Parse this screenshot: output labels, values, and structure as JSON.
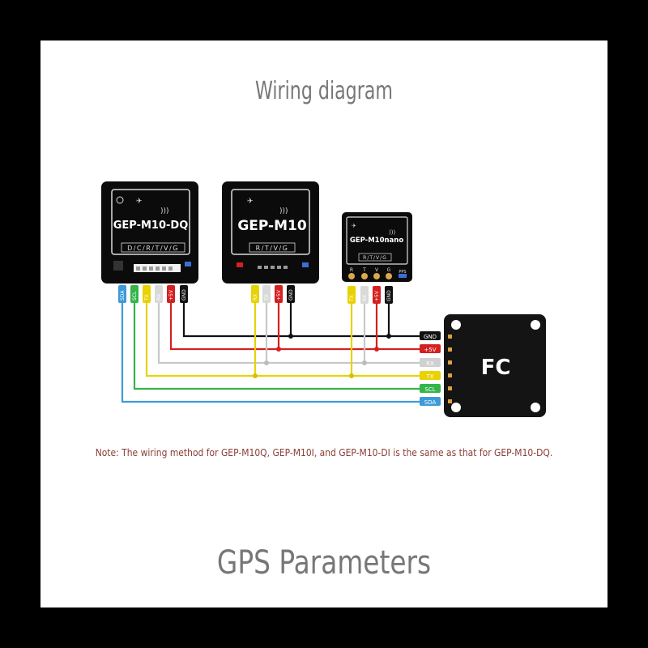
{
  "title": "Wiring diagram",
  "note": "Note: The wiring method for GEP-M10Q, GEP-M10I, and GEP-M10-DI is the same as that for GEP-M10-DQ.",
  "footer": "GPS Parameters",
  "modules": [
    {
      "name": "GEP-M10-DQ",
      "pins_row": "D/C/R/T/V/G",
      "wire_labels": [
        "SDA",
        "SCL",
        "TX",
        "RX",
        "+5V",
        "GND"
      ]
    },
    {
      "name": "GEP-M10",
      "pins_row": "R/T/V/G",
      "wire_labels": [
        "RX",
        "TX",
        "+5V",
        "GND"
      ]
    },
    {
      "name": "GEP-M10nano",
      "pins_row": "R/T/V/G",
      "pad_labels": [
        "R",
        "T",
        "V",
        "G"
      ],
      "pps_label": "PPS",
      "wire_labels": [
        "TX",
        "RX",
        "+5V",
        "GND"
      ]
    }
  ],
  "fc": {
    "label": "FC",
    "port_labels": [
      "GND",
      "+5V",
      "RX",
      "TX",
      "SCL",
      "SDA"
    ]
  },
  "colors": {
    "GND": "#111111",
    "+5V": "#d42020",
    "RX": "#c8c8c8",
    "TX": "#e8d200",
    "SCL": "#33b54a",
    "SDA": "#3d9ad8"
  }
}
